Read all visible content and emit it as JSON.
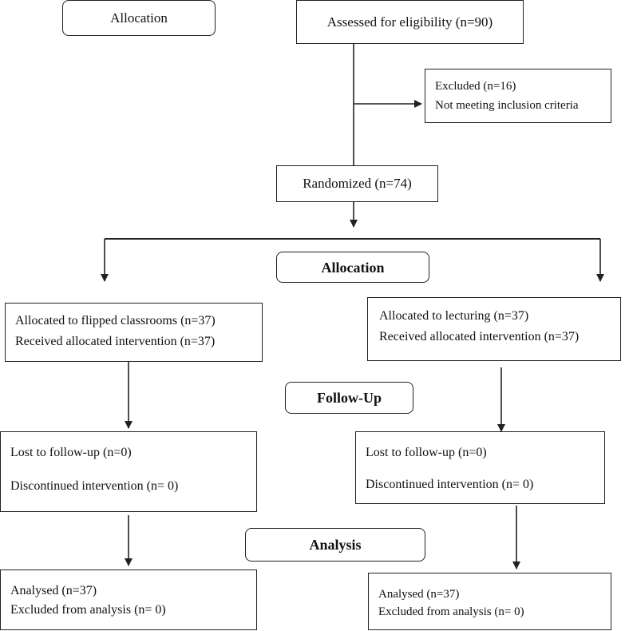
{
  "headers": {
    "top_left": "Allocation",
    "allocation": "Allocation",
    "follow_up": "Follow-Up",
    "analysis": "Analysis"
  },
  "enrollment": {
    "assessed": "Assessed for eligibility (n=90)",
    "excluded_line1": "Excluded   (n=16)",
    "excluded_line2": "Not meeting inclusion criteria",
    "randomized": "Randomized (n=74)"
  },
  "left_arm": {
    "allocated_line1": "Allocated to flipped classrooms  (n=37)",
    "allocated_line2": "Received allocated intervention (n=37)",
    "lost": "Lost to follow-up (n=0)",
    "discontinued": "Discontinued intervention (n= 0)",
    "analysed": "Analysed (n=37)",
    "excluded_analysis": "Excluded from analysis (n= 0)"
  },
  "right_arm": {
    "allocated_line1": "Allocated to lecturing (n=37)",
    "allocated_line2": "Received allocated intervention (n=37)",
    "lost": "Lost to follow-up (n=0)",
    "discontinued": "Discontinued intervention (n= 0)",
    "analysed": "Analysed (n=37)",
    "excluded_analysis": "Excluded from analysis (n= 0)"
  }
}
